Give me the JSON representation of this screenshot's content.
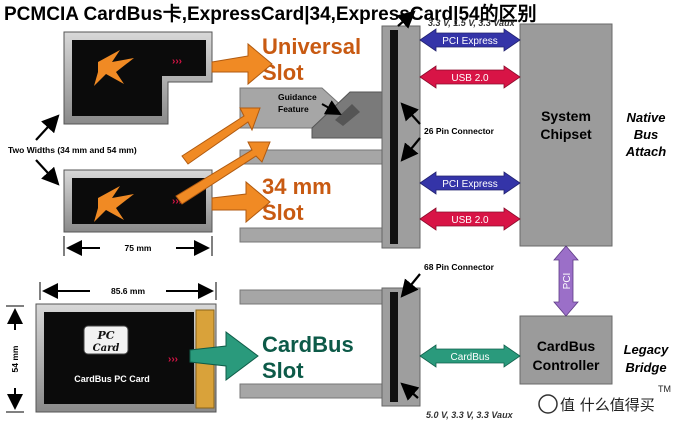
{
  "title": "PCMCIA CardBus卡,ExpressCard|34,ExpressCard|54的区别",
  "voltage_top": "3.3 V, 1.5 V, 3.3 Vaux",
  "voltage_bottom": "5.0 V, 3.3 V, 3.3 Vaux",
  "slots": {
    "universal": [
      "Universal",
      "Slot"
    ],
    "mm34": [
      "34 mm",
      "Slot"
    ],
    "cardbus": [
      "CardBus",
      "Slot"
    ]
  },
  "labels": {
    "guidance": [
      "Guidance",
      "Feature"
    ],
    "two_widths": "Two Widths (34 mm and 54 mm)",
    "dim_75": "75 mm",
    "dim_856": "85.6 mm",
    "dim_54": "54 mm",
    "pin26": "26 Pin Connector",
    "pin68": "68 Pin Connector"
  },
  "buses": {
    "pci_express": "PCI Express",
    "usb": "USB 2.0",
    "cardbus": "CardBus",
    "pci": "PCI"
  },
  "chips": {
    "system": [
      "System",
      "Chipset"
    ],
    "controller": [
      "CardBus",
      "Controller"
    ]
  },
  "side_labels": {
    "native": [
      "Native",
      "Bus",
      "Attach"
    ],
    "legacy": [
      "Legacy",
      "Bridge"
    ]
  },
  "pc_card": {
    "logo_top": "PC",
    "logo_bottom": "Card",
    "name": "CardBus PC Card"
  },
  "watermark": "值 什么值得买",
  "trademark": "TM",
  "colors": {
    "pcie_arrow": "#3434a8",
    "usb_arrow": "#d81446",
    "cardbus_arrow": "#2a9a7c",
    "pci_arrow": "#9b6fc8",
    "orange": "#f08a24",
    "slot_orange_text": "#c85a12",
    "slot_green_text": "#0d5a48",
    "chip_gray": "#9b9b9b",
    "slot_gray": "#a6a6a6"
  }
}
